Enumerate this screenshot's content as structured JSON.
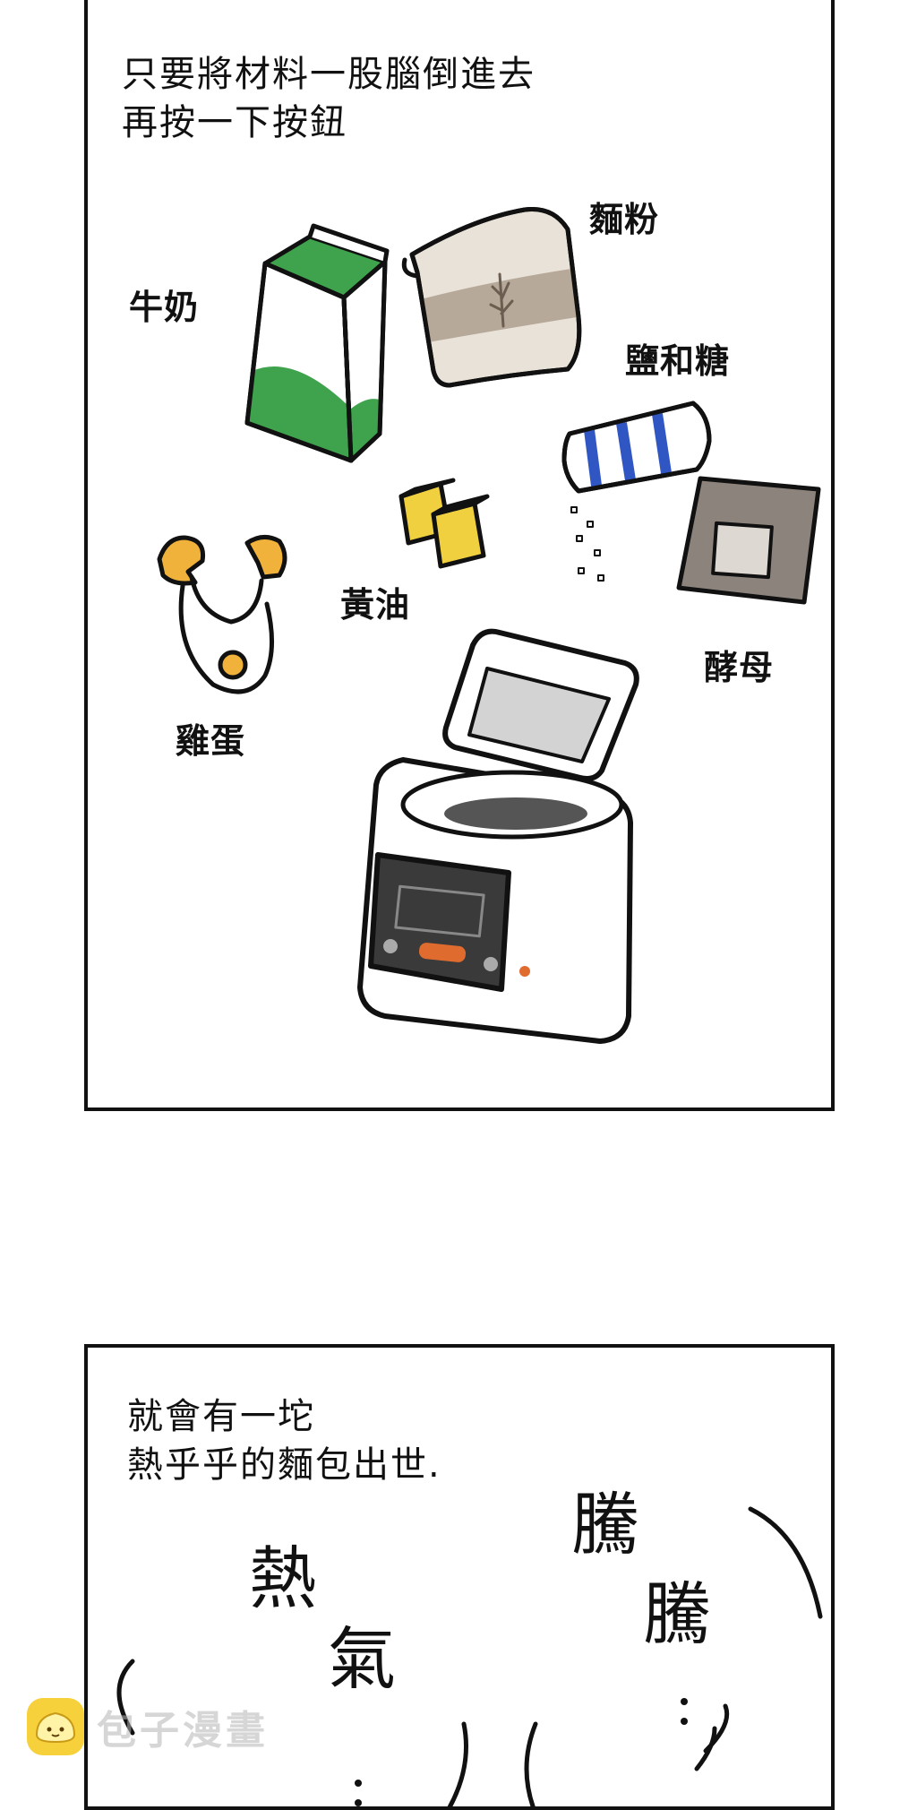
{
  "panel1": {
    "narration": [
      "只要將材料一股腦倒進去",
      "再按一下按鈕"
    ],
    "labels": {
      "milk": "牛奶",
      "flour": "麵粉",
      "salt_sugar": "鹽和糖",
      "butter": "黃油",
      "yeast": "酵母",
      "eggs": "雞蛋"
    }
  },
  "panel2": {
    "narration": [
      "就會有一坨",
      "熱乎乎的麵包出世."
    ],
    "sfx": [
      "熱",
      "氣",
      "騰",
      "騰"
    ]
  },
  "watermark": {
    "text": "包子漫畫"
  },
  "colors": {
    "milk_green": "#3fa34d",
    "flour_bag": "#b7a99a",
    "salt_blue": "#2f56c2",
    "butter_yellow": "#f1d03f",
    "egg_yolk": "#f0b23a",
    "yeast_gray": "#8c847c",
    "button_orange": "#e06b2f",
    "logo_yellow": "#f6d13b"
  }
}
